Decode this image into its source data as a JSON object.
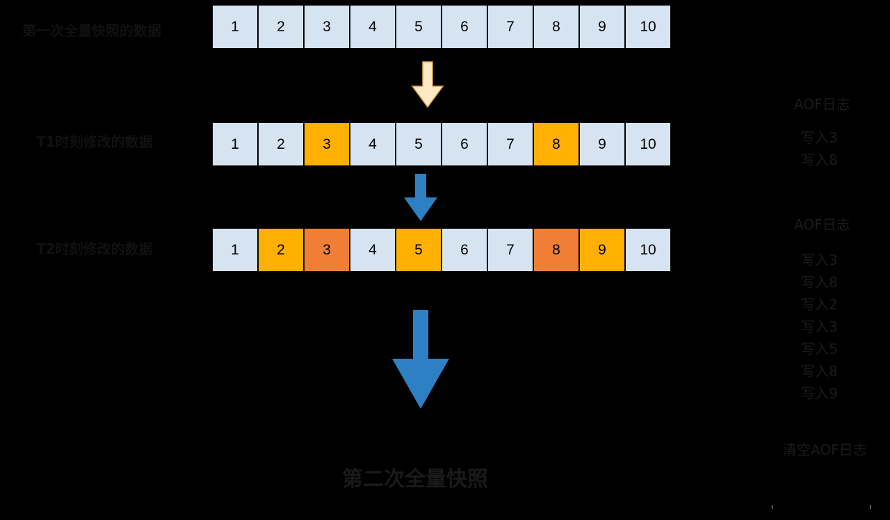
{
  "colors": {
    "cell_default": "#d6e3f1",
    "cell_changed_once": "#ffb000",
    "cell_changed_twice": "#f07f35",
    "arrow_first": "#fde9c4",
    "arrow_blue": "#2d80c4"
  },
  "rows": [
    {
      "label": "第一次全量快照的数据",
      "cells": [
        {
          "text": "1",
          "state": "default"
        },
        {
          "text": "2",
          "state": "default"
        },
        {
          "text": "3",
          "state": "default"
        },
        {
          "text": "4",
          "state": "default"
        },
        {
          "text": "5",
          "state": "default"
        },
        {
          "text": "6",
          "state": "default"
        },
        {
          "text": "7",
          "state": "default"
        },
        {
          "text": "8",
          "state": "default"
        },
        {
          "text": "9",
          "state": "default"
        },
        {
          "text": "10",
          "state": "default"
        }
      ]
    },
    {
      "label": "T1时刻修改的数据",
      "cells": [
        {
          "text": "1",
          "state": "default"
        },
        {
          "text": "2",
          "state": "default"
        },
        {
          "text": "3",
          "state": "changed_once"
        },
        {
          "text": "4",
          "state": "default"
        },
        {
          "text": "5",
          "state": "default"
        },
        {
          "text": "6",
          "state": "default"
        },
        {
          "text": "7",
          "state": "default"
        },
        {
          "text": "8",
          "state": "changed_once"
        },
        {
          "text": "9",
          "state": "default"
        },
        {
          "text": "10",
          "state": "default"
        }
      ]
    },
    {
      "label": "T2时刻修改的数据",
      "cells": [
        {
          "text": "1",
          "state": "default"
        },
        {
          "text": "2",
          "state": "changed_once"
        },
        {
          "text": "3",
          "state": "changed_twice"
        },
        {
          "text": "4",
          "state": "default"
        },
        {
          "text": "5",
          "state": "changed_once"
        },
        {
          "text": "6",
          "state": "default"
        },
        {
          "text": "7",
          "state": "default"
        },
        {
          "text": "8",
          "state": "changed_twice"
        },
        {
          "text": "9",
          "state": "changed_once"
        },
        {
          "text": "10",
          "state": "default"
        }
      ]
    }
  ],
  "aof_logs": [
    {
      "title": "AOF日志",
      "lines": [
        "写入3",
        "写入8"
      ]
    },
    {
      "title": "AOF日志",
      "lines": [
        "写入3",
        "写入8",
        "写入2",
        "写入3",
        "写入5",
        "写入8",
        "写入9"
      ]
    }
  ],
  "clear_aof_label": "清空AOF日志",
  "second_snapshot_label": "第二次全量快照",
  "arrow_icons": [
    "arrow-down-icon",
    "arrow-down-icon",
    "arrow-down-icon"
  ]
}
